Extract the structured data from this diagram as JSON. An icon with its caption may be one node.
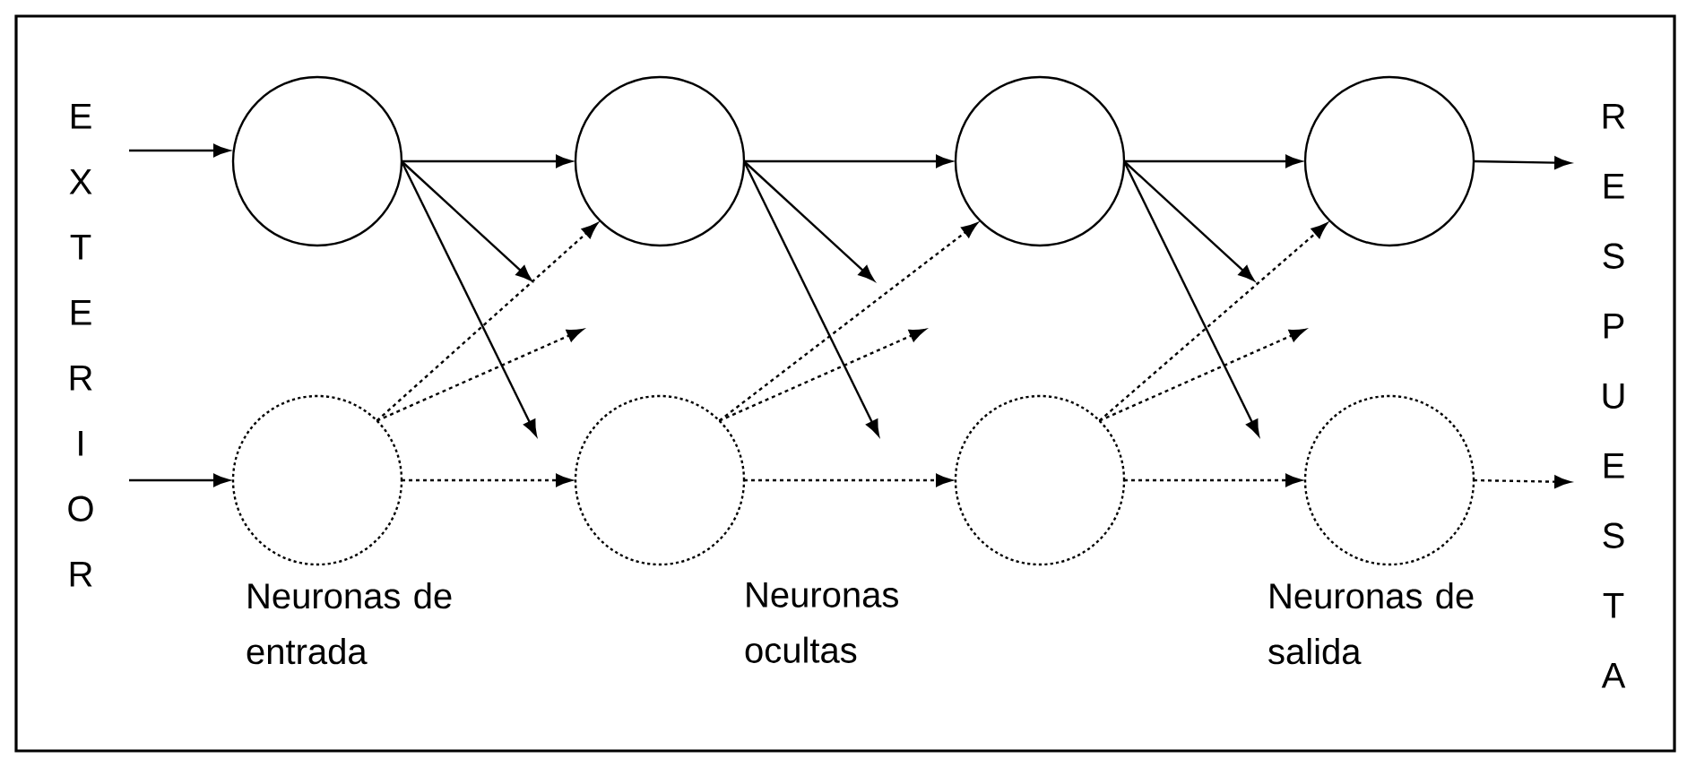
{
  "diagram": {
    "nodes": [
      {
        "text": [],
        "shape": "circle"
      },
      {
        "text": [],
        "shape": "circle"
      },
      {
        "text": [],
        "shape": "circle"
      },
      {
        "text": [],
        "shape": "circle"
      },
      {
        "text": [],
        "shape": "circle"
      },
      {
        "text": [],
        "shape": "circle"
      },
      {
        "text": [],
        "shape": "circle"
      },
      {
        "text": [],
        "shape": "circle"
      }
    ],
    "edges": [
      {
        "from": null,
        "to": 0,
        "arrow": "to"
      },
      {
        "from": null,
        "to": 4,
        "arrow": "to"
      },
      {
        "from": 0,
        "to": 1,
        "arrow": "to"
      },
      {
        "from": 0,
        "to": null,
        "arrow": "to"
      },
      {
        "from": 0,
        "to": null,
        "arrow": "to"
      },
      {
        "from": 4,
        "to": 1,
        "arrow": "to",
        "style": "dashed"
      },
      {
        "from": 4,
        "to": null,
        "arrow": "to",
        "style": "dashed"
      },
      {
        "from": 4,
        "to": 5,
        "arrow": "to",
        "style": "dashed"
      },
      {
        "from": 1,
        "to": 2,
        "arrow": "to"
      },
      {
        "from": 1,
        "to": null,
        "arrow": "to"
      },
      {
        "from": 1,
        "to": null,
        "arrow": "to"
      },
      {
        "from": 5,
        "to": 2,
        "arrow": "to",
        "style": "dashed"
      },
      {
        "from": 5,
        "to": null,
        "arrow": "to",
        "style": "dashed"
      },
      {
        "from": 5,
        "to": 6,
        "arrow": "to",
        "style": "dashed"
      },
      {
        "from": 2,
        "to": 3,
        "arrow": "to"
      },
      {
        "from": 2,
        "to": null,
        "arrow": "to"
      },
      {
        "from": 2,
        "to": null,
        "arrow": "to"
      },
      {
        "from": 6,
        "to": 3,
        "arrow": "to",
        "style": "dashed"
      },
      {
        "from": 6,
        "to": null,
        "arrow": "to",
        "style": "dashed"
      },
      {
        "from": 6,
        "to": 7,
        "arrow": "to",
        "style": "dashed"
      },
      {
        "from": 3,
        "to": null,
        "arrow": "to"
      },
      {
        "from": 7,
        "to": null,
        "arrow": "to",
        "style": "dashed"
      }
    ],
    "labels": [
      "EXTERIOR",
      "RESPUESTA",
      "Neuronas de entrada",
      "Neuronas ocultas",
      "Neuronas de salida"
    ]
  }
}
